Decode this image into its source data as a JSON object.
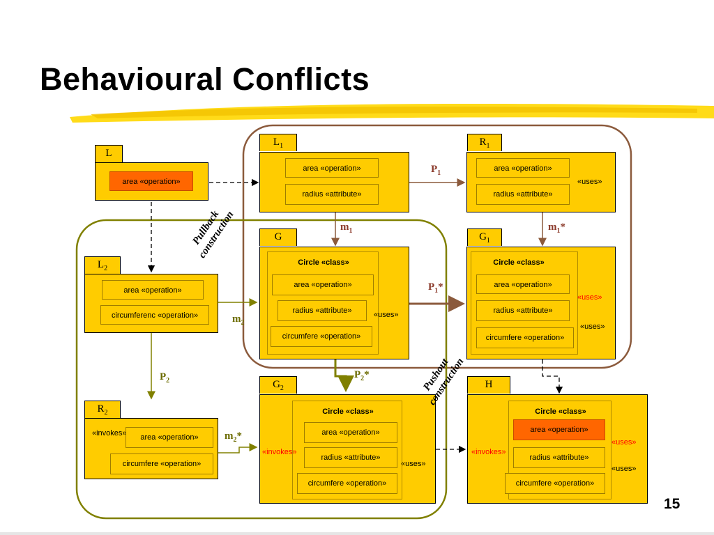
{
  "slide": {
    "title": "Behavioural Conflicts",
    "number": "15"
  },
  "boxes": {
    "L": {
      "tab": "L",
      "sub": ""
    },
    "L1": {
      "tab": "L",
      "sub": "1"
    },
    "R1": {
      "tab": "R",
      "sub": "1"
    },
    "G": {
      "tab": "G",
      "sub": ""
    },
    "G1": {
      "tab": "G",
      "sub": "1"
    },
    "L2": {
      "tab": "L",
      "sub": "2"
    },
    "R2": {
      "tab": "R",
      "sub": "2"
    },
    "G2": {
      "tab": "G",
      "sub": "2"
    },
    "H": {
      "tab": "H",
      "sub": ""
    }
  },
  "items": {
    "area_op": "area «operation»",
    "radius_attr": "radius «attribute»",
    "circumferenc_op": "circumferenc «operation»",
    "circumfere_op": "circumfere «operation»",
    "circle_class": "Circle «class»",
    "uses": "«uses»",
    "invokes": "«invokes»"
  },
  "labels": {
    "P1": "P",
    "P1_sub": "1",
    "P1star": "P",
    "P1star_sub": "1",
    "P1star_sup": "*",
    "P2": "P",
    "P2_sub": "2",
    "P2star": "P",
    "P2star_sub": "2",
    "P2star_sup": "*",
    "m1": "m",
    "m1_sub": "1",
    "m1star": "m",
    "m1star_sub": "1",
    "m1star_sup": "*",
    "m2": "m",
    "m2_sub": "2",
    "m2star": "m",
    "m2star_sub": "2",
    "m2star_sup": "*",
    "pullback": [
      "Pullback",
      "construction"
    ],
    "pushout": [
      "Pushout",
      "construction"
    ]
  },
  "colors": {
    "package_fill": "#ffcc00",
    "highlight_fill": "#ff6600",
    "olive": "#808000",
    "brown": "#8b5a3c",
    "red": "#ff0000",
    "title_underline": "#ffd700"
  }
}
